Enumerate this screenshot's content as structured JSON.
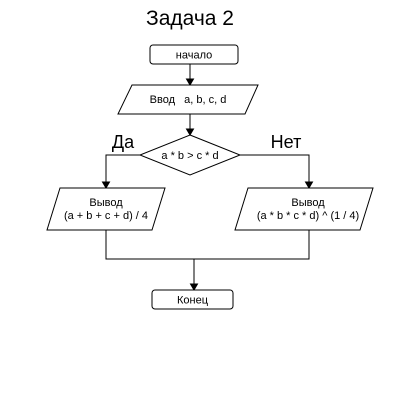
{
  "title": "Задача 2",
  "nodes": {
    "start": "начало",
    "input": "Ввод   a, b, c, d",
    "condition": "a * b > c * d",
    "output_yes_line1": "Вывод",
    "output_yes_line2": "(a + b + c + d) / 4",
    "output_no_line1": "Вывод",
    "output_no_line2": "(a * b * c * d) ^ (1 / 4)",
    "end": "Конец"
  },
  "branches": {
    "yes": "Да",
    "no": "Нет"
  }
}
